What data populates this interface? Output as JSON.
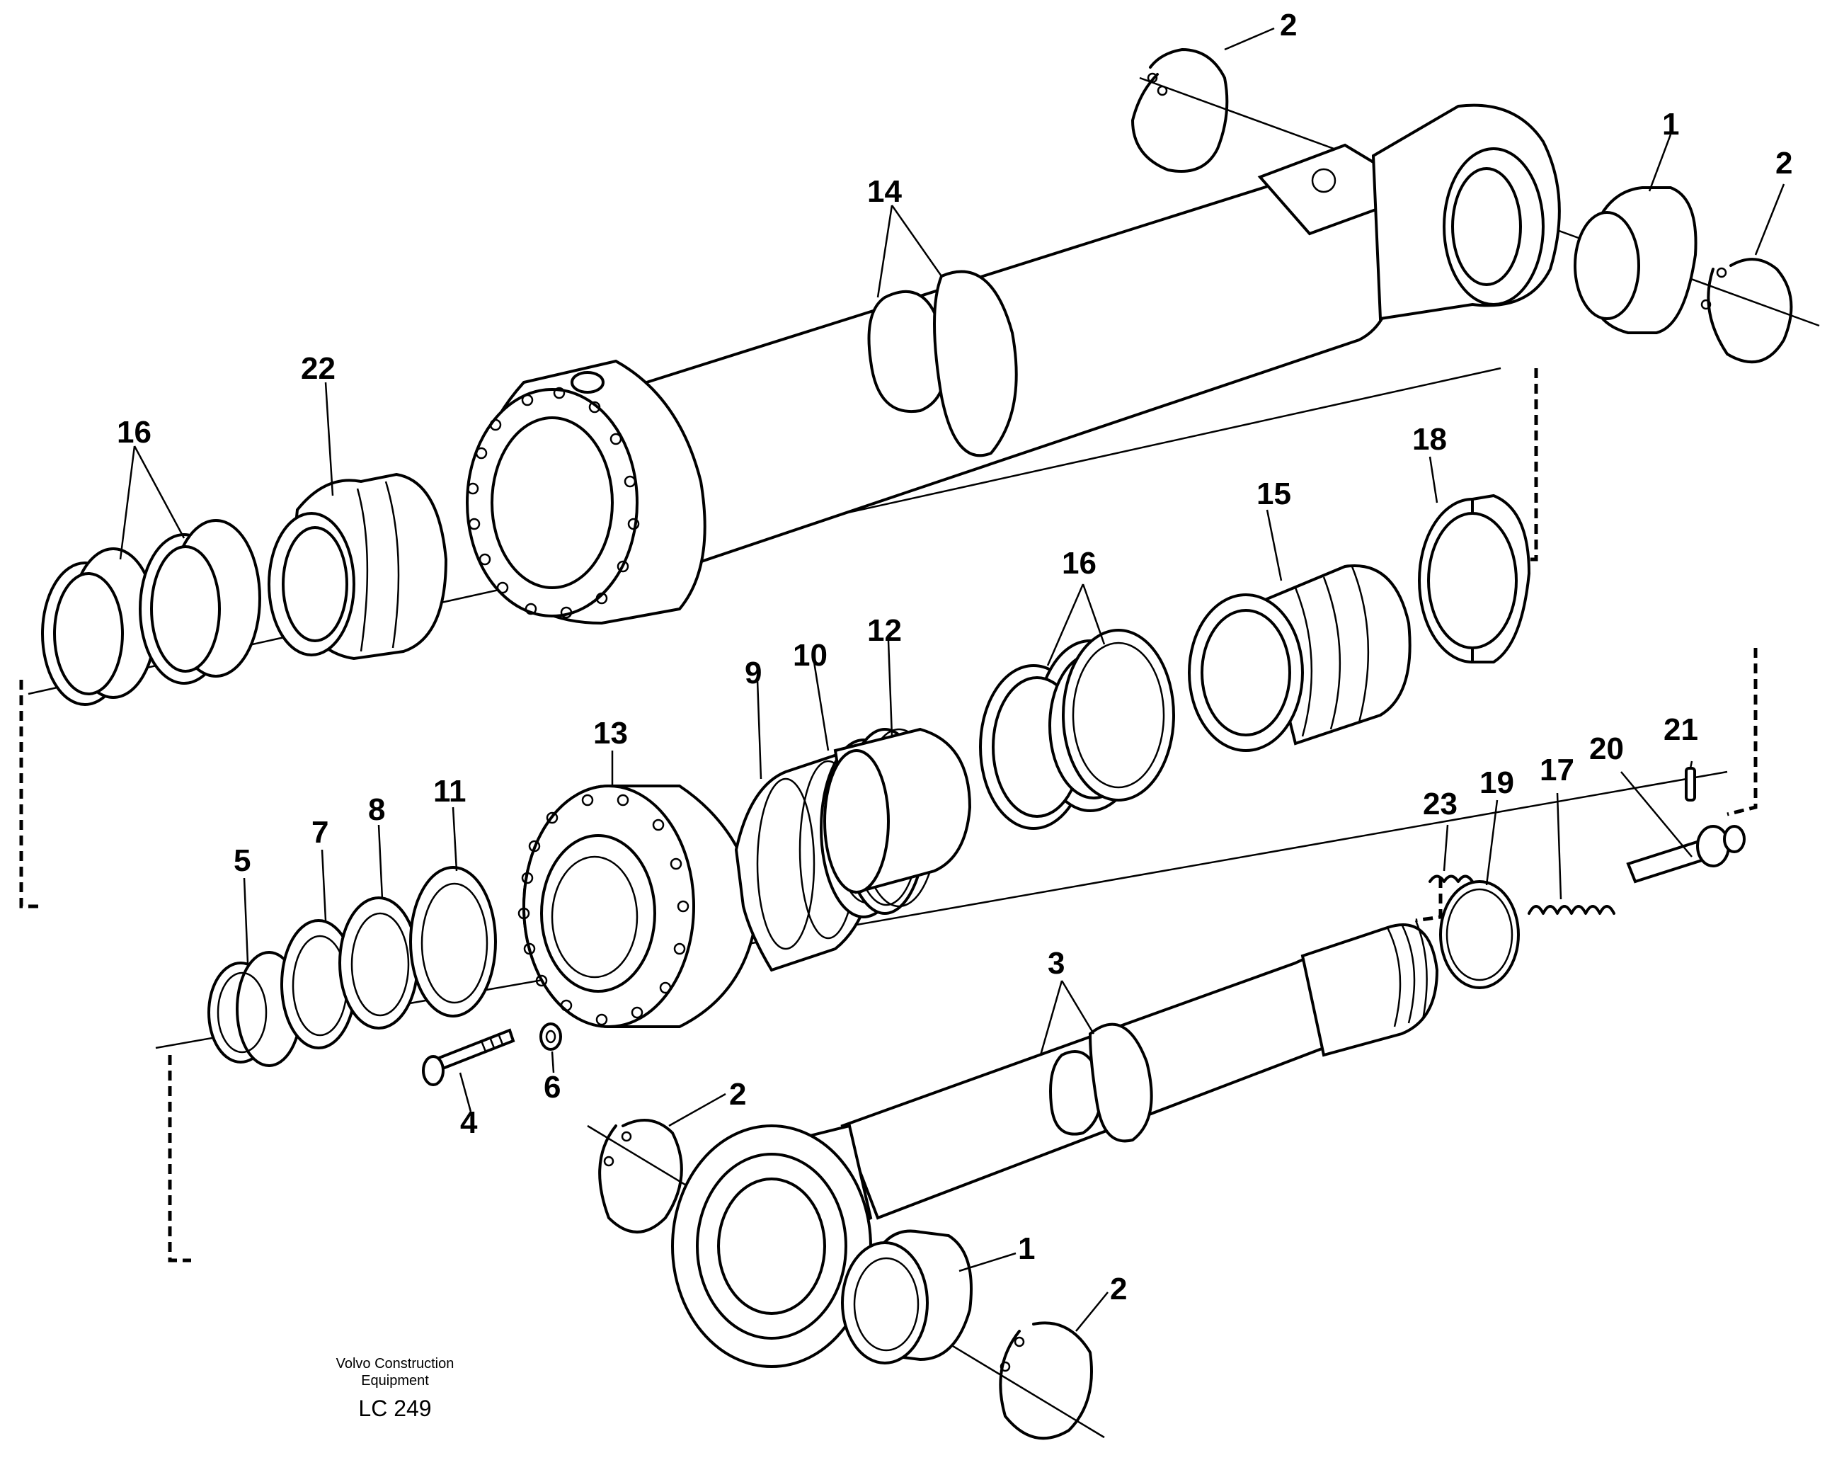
{
  "callouts": {
    "c1_top": "1",
    "c1_bottom": "1",
    "c2_top_left": "2",
    "c2_top_right": "2",
    "c2_mid": "2",
    "c2_bottom": "2",
    "c3": "3",
    "c4": "4",
    "c5": "5",
    "c6": "6",
    "c7": "7",
    "c8": "8",
    "c9": "9",
    "c10": "10",
    "c11": "11",
    "c12": "12",
    "c13": "13",
    "c14": "14",
    "c15": "15",
    "c16_left": "16",
    "c16_mid": "16",
    "c17": "17",
    "c18": "18",
    "c19": "19",
    "c20": "20",
    "c21": "21",
    "c22": "22",
    "c23": "23"
  },
  "footer": {
    "company_line1": "Volvo Construction",
    "company_line2": "Equipment",
    "code": "LC 249"
  }
}
